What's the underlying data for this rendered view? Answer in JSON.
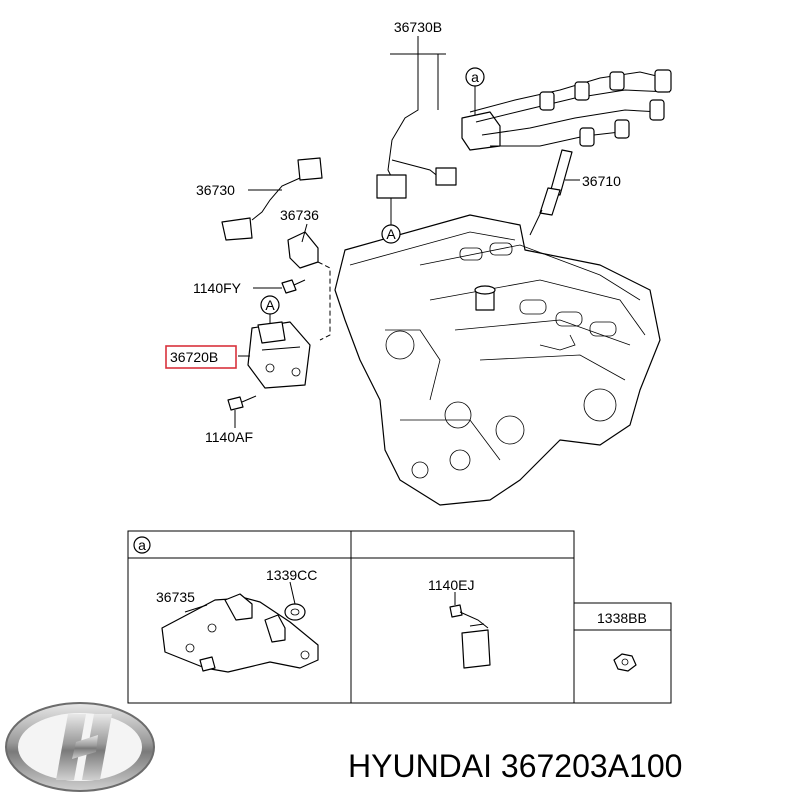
{
  "diagram": {
    "labels": {
      "harness": "36730B",
      "sensor": "36730",
      "bracket": "36736",
      "plug": "36710",
      "bolt_fy": "1140FY",
      "module": "36720B",
      "bolt_af": "1140AF"
    },
    "ref_marker": "a",
    "connector_marker": "A",
    "table": {
      "header_marker": "a",
      "cell1": {
        "part1": "36735",
        "part2": "1339CC"
      },
      "cell2": {
        "part": "1140EJ"
      },
      "cell3": {
        "part": "1338BB"
      }
    },
    "highlight_color": "#d8323c"
  },
  "footer": {
    "brand_text": "HYUNDAI 367203A100",
    "logo_icon": "hyundai-logo-icon"
  }
}
